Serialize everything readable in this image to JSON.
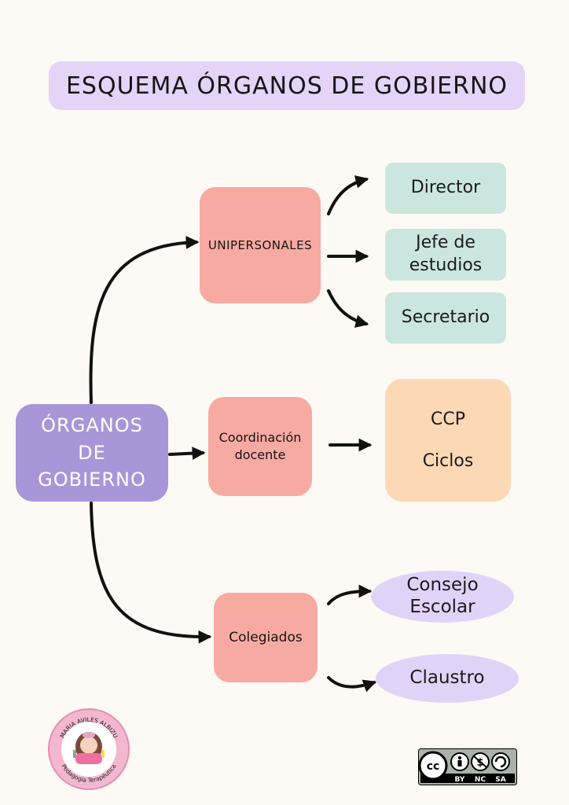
{
  "title": "ESQUEMA ÓRGANOS DE GOBIERNO",
  "root": {
    "line1": "ÓRGANOS",
    "line2": "DE",
    "line3": "GOBIERNO"
  },
  "branches": {
    "unipersonales": {
      "label": "UNIPERSONALES",
      "children": [
        "Director",
        "Jefe de estudios",
        "Secretario"
      ]
    },
    "coordinacion": {
      "label_line1": "Coordinación",
      "label_line2": "docente",
      "children": [
        "CCP",
        "Ciclos"
      ]
    },
    "colegiados": {
      "label": "Colegiados",
      "children": [
        "Consejo Escolar",
        "Claustro"
      ]
    }
  },
  "jefe_lines": [
    "Jefe de",
    "estudios"
  ],
  "consejo_lines": [
    "Consejo",
    "Escolar"
  ],
  "logo": {
    "top_text": "MARIA AVILES ALBIZU",
    "bottom_text": "Pedagogía Terapéutica"
  },
  "license": {
    "by": "BY",
    "nc": "NC",
    "sa": "SA"
  },
  "colors": {
    "background": "#fdf9f5",
    "title_pill": "#e4d4f7",
    "root": "#a896d8",
    "branch": "#f7aaa1",
    "mint": "#cbe6de",
    "peach": "#fdd8b5",
    "lavender": "#e1d3f8"
  }
}
